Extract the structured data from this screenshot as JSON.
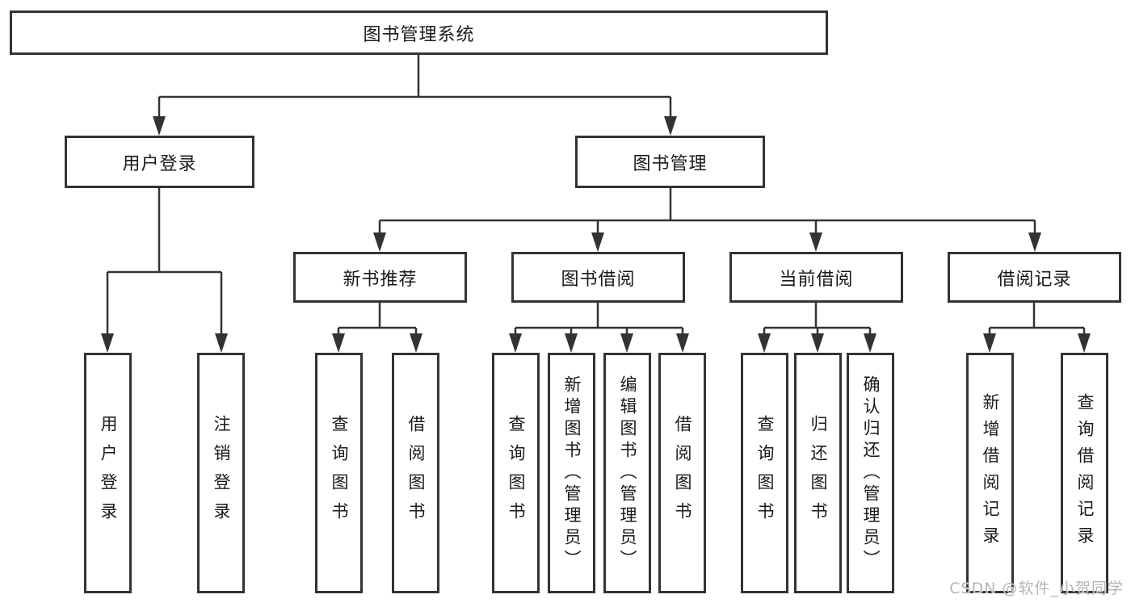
{
  "diagram": {
    "root": {
      "label": "图书管理系统"
    },
    "level2": [
      {
        "label": "用户登录",
        "children": [
          {
            "label": "用户登录"
          },
          {
            "label": "注销登录"
          }
        ]
      },
      {
        "label": "图书管理",
        "children": [
          {
            "label": "新书推荐",
            "children": [
              {
                "label": "查询图书"
              },
              {
                "label": "借阅图书"
              }
            ]
          },
          {
            "label": "图书借阅",
            "children": [
              {
                "label": "查询图书"
              },
              {
                "label": "新增图书（管理员）"
              },
              {
                "label": "编辑图书（管理员）"
              },
              {
                "label": "借阅图书"
              }
            ]
          },
          {
            "label": "当前借阅",
            "children": [
              {
                "label": "查询图书"
              },
              {
                "label": "归还图书"
              },
              {
                "label": "确认归还（管理员）"
              }
            ]
          },
          {
            "label": "借阅记录",
            "children": [
              {
                "label": "新增借阅记录"
              },
              {
                "label": "查询借阅记录"
              }
            ]
          }
        ]
      }
    ]
  },
  "watermark": {
    "text": "CSDN @软件_小贺同学"
  },
  "colors": {
    "line": "#333333",
    "text": "#1a1a1a",
    "box_background": "#ffffff",
    "watermark": "#b2b5ba"
  }
}
